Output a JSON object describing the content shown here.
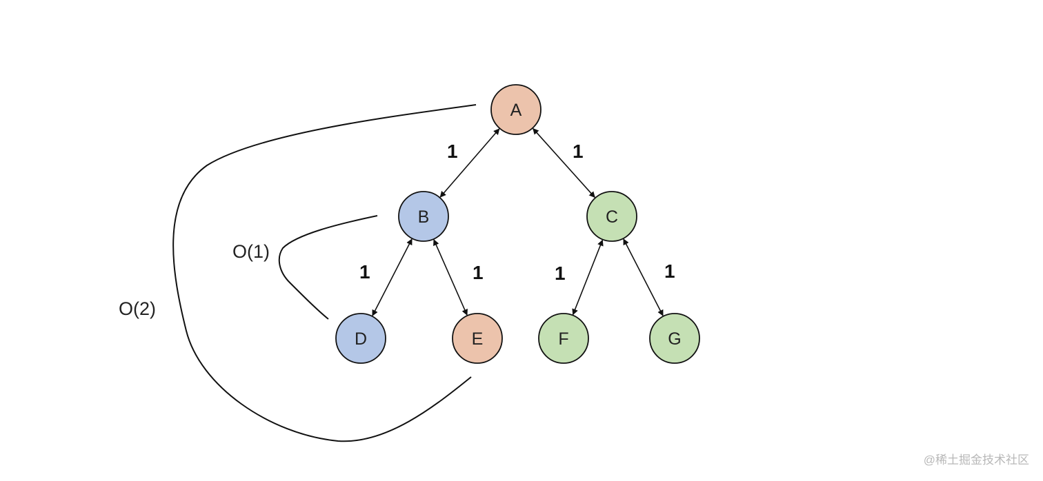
{
  "nodes": [
    {
      "id": "A",
      "label": "A",
      "color": "#ECC3AC"
    },
    {
      "id": "B",
      "label": "B",
      "color": "#B4C7E7"
    },
    {
      "id": "C",
      "label": "C",
      "color": "#C5E0B4"
    },
    {
      "id": "D",
      "label": "D",
      "color": "#B4C7E7"
    },
    {
      "id": "E",
      "label": "E",
      "color": "#ECC3AC"
    },
    {
      "id": "F",
      "label": "F",
      "color": "#C5E0B4"
    },
    {
      "id": "G",
      "label": "G",
      "color": "#C5E0B4"
    }
  ],
  "edges": [
    {
      "from": "A",
      "to": "B",
      "weight": "1"
    },
    {
      "from": "A",
      "to": "C",
      "weight": "1"
    },
    {
      "from": "B",
      "to": "D",
      "weight": "1"
    },
    {
      "from": "B",
      "to": "E",
      "weight": "1"
    },
    {
      "from": "C",
      "to": "F",
      "weight": "1"
    },
    {
      "from": "C",
      "to": "G",
      "weight": "1"
    }
  ],
  "annotations": {
    "inner": "O(1)",
    "outer": "O(2)"
  },
  "watermark": "@稀土掘金技术社区"
}
